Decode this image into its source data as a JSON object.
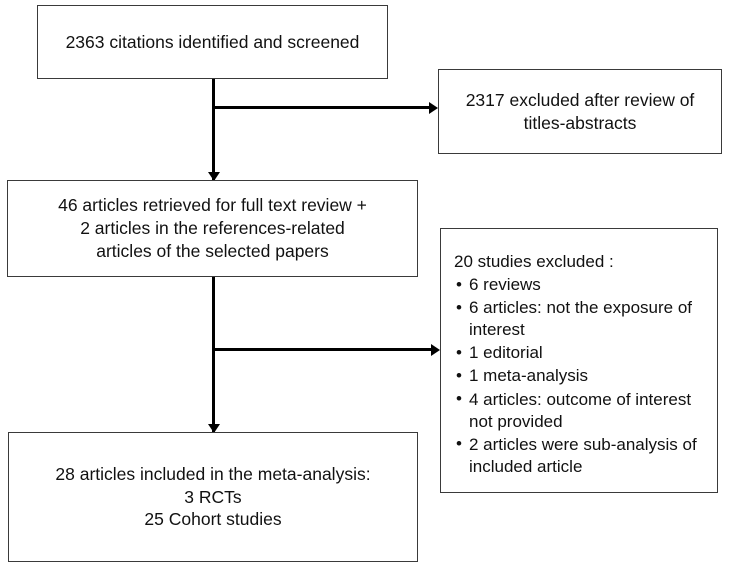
{
  "diagram": {
    "type": "prisma-flow-diagram",
    "boxes": {
      "screened": {
        "text": "2363 citations identified and screened"
      },
      "excluded_titles_abstracts": {
        "text": "2317 excluded after review of\ntitles-abstracts"
      },
      "retrieved": {
        "text": "46 articles retrieved for full text review +\n2 articles in the references-related\narticles of the selected papers"
      },
      "excluded_details": {
        "title": "20 studies excluded :",
        "items": [
          "6 reviews",
          "6 articles: not the exposure of interest",
          "1 editorial",
          "1 meta-analysis",
          "4 articles: outcome of interest not provided",
          "2 articles were sub-analysis of included article"
        ],
        "bullet_glyph": "•"
      },
      "included": {
        "text": "28 articles included in the meta-analysis:\n3 RCTs\n25 Cohort studies"
      }
    },
    "connectors": [
      {
        "name": "screened-to-retrieved",
        "kind": "vertical-arrow-down"
      },
      {
        "name": "screened-to-excluded-titles",
        "kind": "horizontal-arrow-right"
      },
      {
        "name": "retrieved-to-included",
        "kind": "vertical-arrow-down"
      },
      {
        "name": "retrieved-to-excluded-details",
        "kind": "horizontal-arrow-right"
      }
    ],
    "colors": {
      "box_border": "#3a3a3a",
      "line": "#000000",
      "text": "#111111",
      "background": "#ffffff"
    }
  }
}
